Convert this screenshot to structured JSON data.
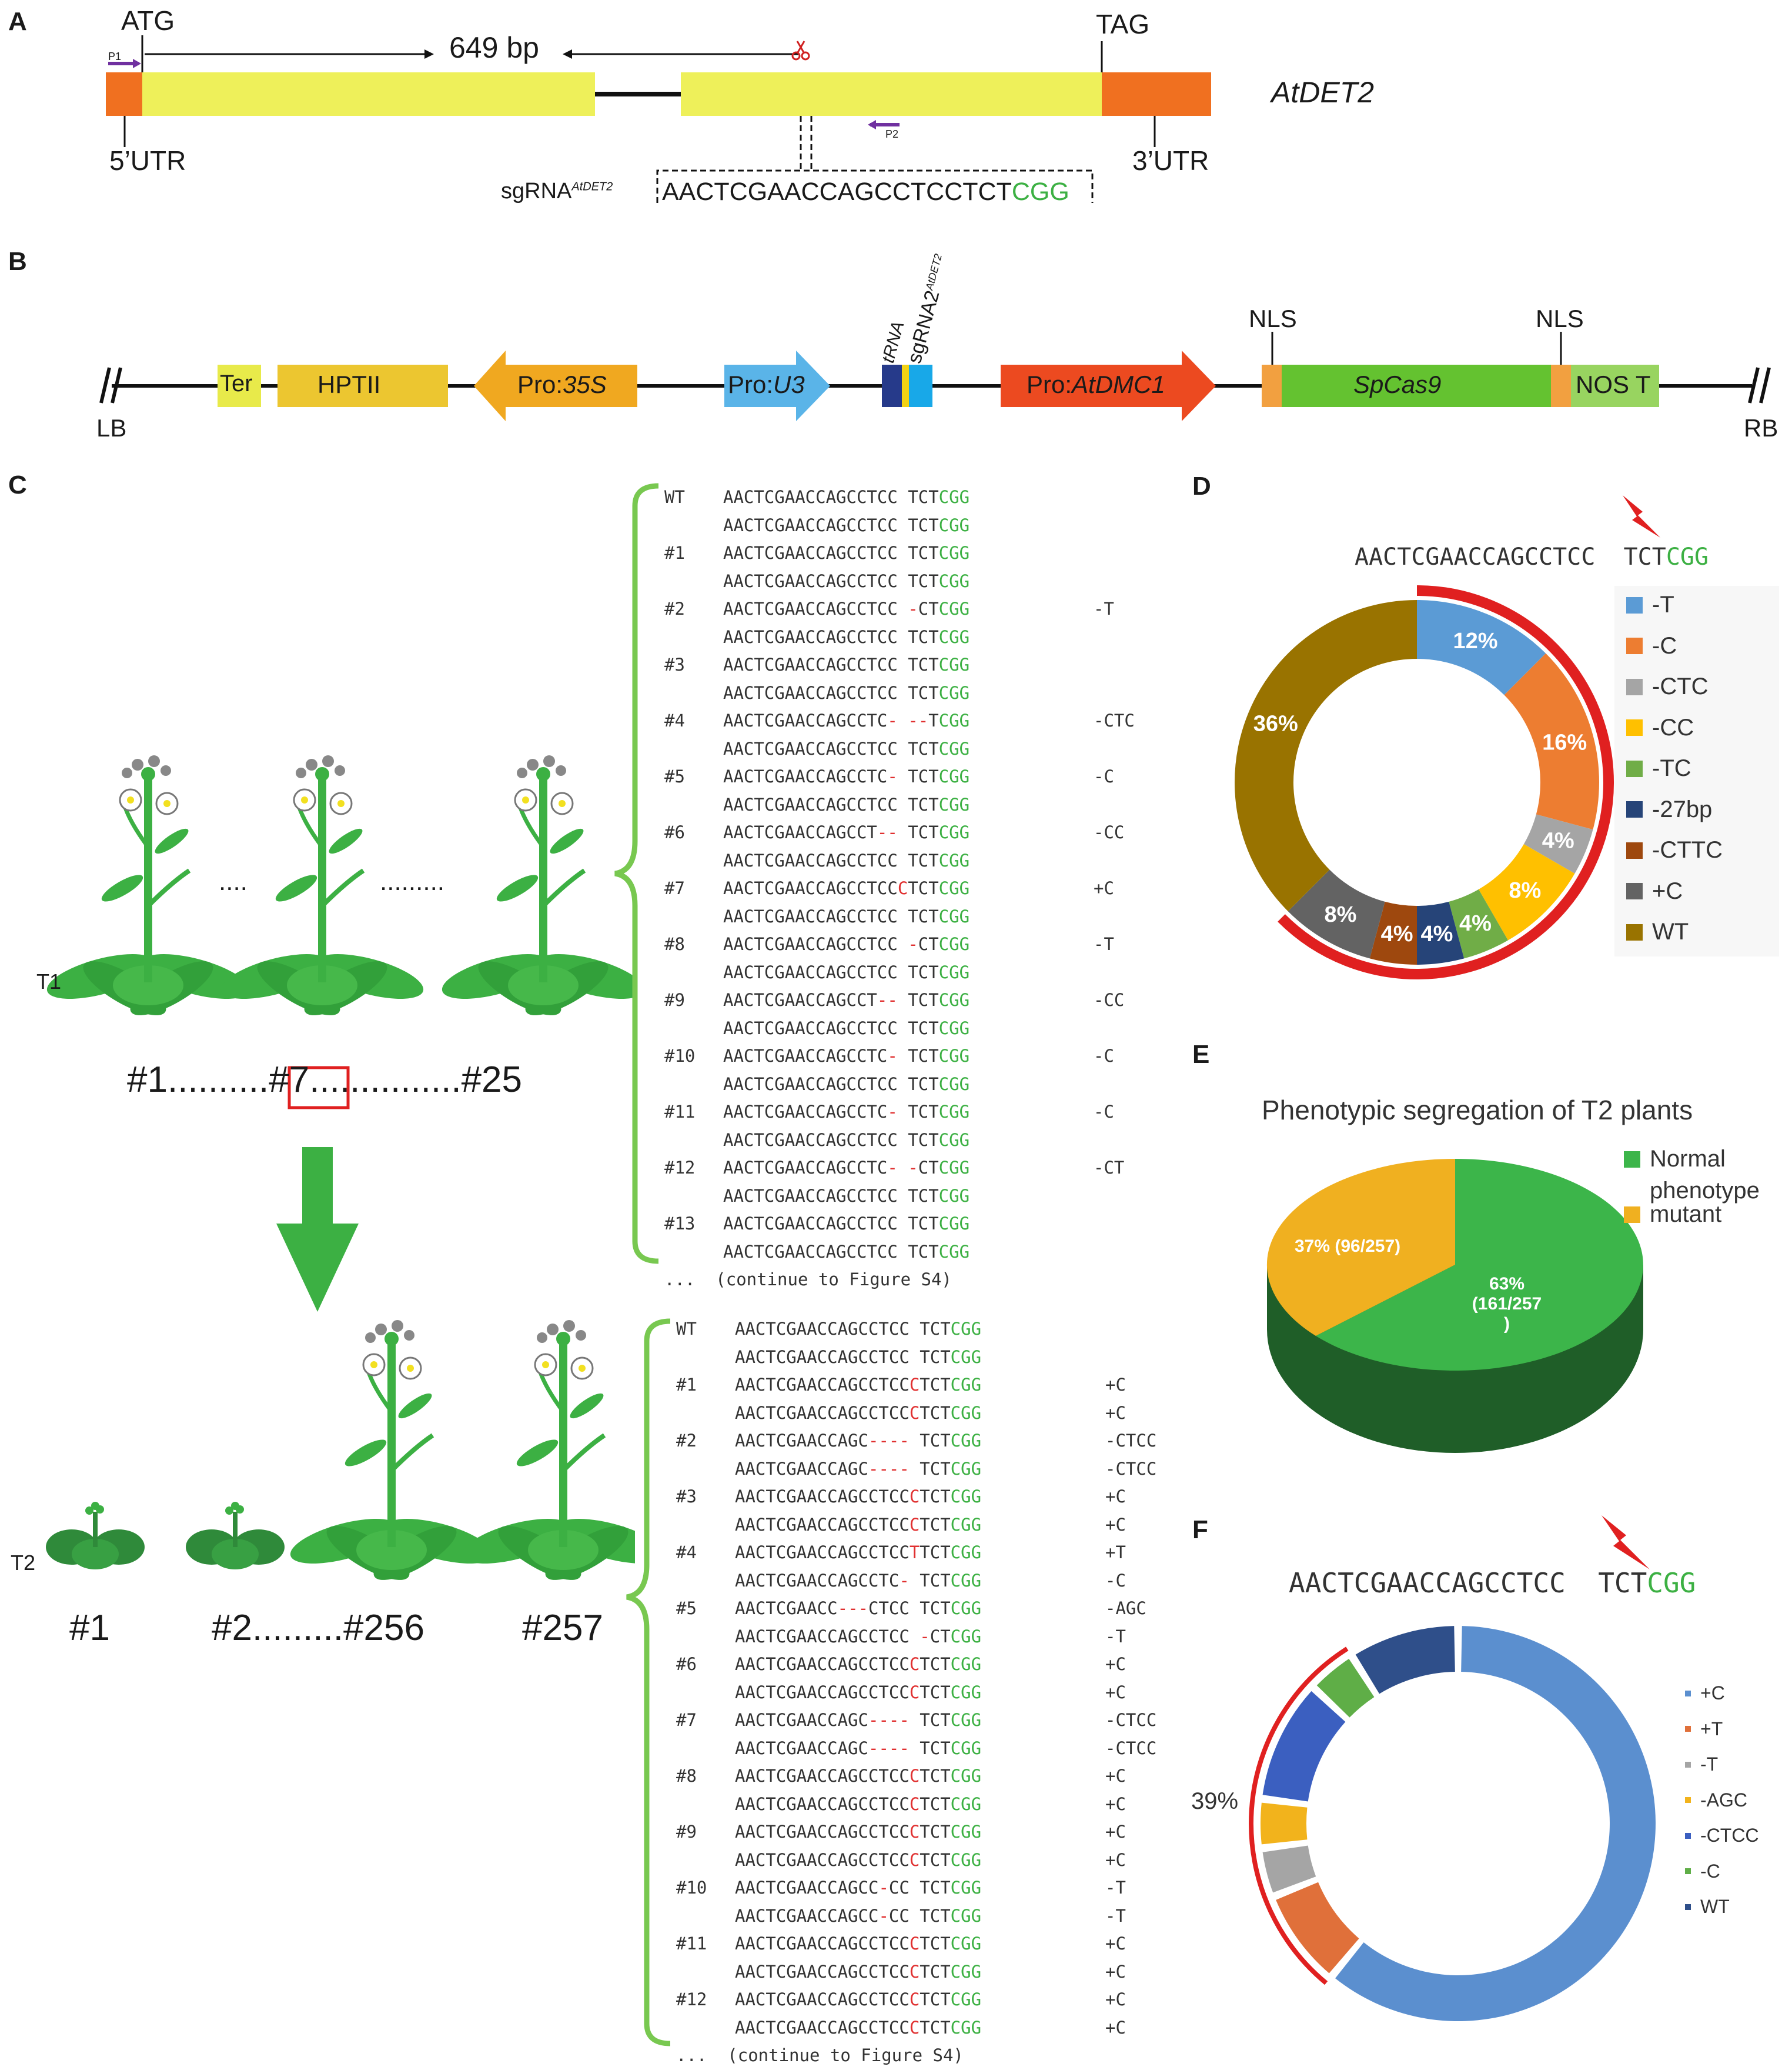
{
  "panelA": {
    "label": "A",
    "atg": "ATG",
    "tag": "TAG",
    "size": "649 bp",
    "gene": "AtDET2",
    "utr5": "5’UTR",
    "utr3": "3’UTR",
    "p1": "P1",
    "p2": "P2",
    "sgrna_label": "sgRNA",
    "sgrna_sup": "AtDET2",
    "sgrna_seq": "AACTCGAACCAGCCTCCTCT",
    "sgrna_pam": "CGG"
  },
  "panelB": {
    "label": "B",
    "ter": "Ter",
    "hptii": "HPTII",
    "pro35s_a": "Pro:",
    "pro35s_b": "35S",
    "prou3_a": "Pro:",
    "prou3_b": "U3",
    "trna": "tRNA",
    "sgrna2": "sgRNA2",
    "sgrna2_sup": "AtDET2",
    "prodmc1_a": "Pro:",
    "prodmc1_b": "AtDMC1",
    "nls1": "NLS",
    "nls2": "NLS",
    "spcas9": "SpCas9",
    "nost": "NOS T",
    "lb": "LB",
    "rb": "RB"
  },
  "panelC": {
    "label": "C",
    "t1": "T1",
    "t2": "T2",
    "dots_a": "....",
    "dots_b": ".........",
    "t1_line_a": "#1..........",
    "t1_box": "#7",
    "t1_line_b": "...............#25",
    "t2_n1": "#1",
    "t2_n2": "#2.........#256",
    "t2_n3": "#257",
    "t1_rows": [
      {
        "l": "WT",
        "a": "AACTCGAACCAGCCTCC ",
        "m": "",
        "b": "TCT",
        "p": "CGG",
        "n": ""
      },
      {
        "l": "",
        "a": "AACTCGAACCAGCCTCC ",
        "m": "",
        "b": "TCT",
        "p": "CGG",
        "n": ""
      },
      {
        "l": "#1",
        "a": "AACTCGAACCAGCCTCC ",
        "m": "",
        "b": "TCT",
        "p": "CGG",
        "n": ""
      },
      {
        "l": "",
        "a": "AACTCGAACCAGCCTCC ",
        "m": "",
        "b": "TCT",
        "p": "CGG",
        "n": ""
      },
      {
        "l": "#2",
        "a": "AACTCGAACCAGCCTCC ",
        "m": "-",
        "b": "CT",
        "p": "CGG",
        "n": "-T"
      },
      {
        "l": "",
        "a": "AACTCGAACCAGCCTCC ",
        "m": "",
        "b": "TCT",
        "p": "CGG",
        "n": ""
      },
      {
        "l": "#3",
        "a": "AACTCGAACCAGCCTCC ",
        "m": "",
        "b": "TCT",
        "p": "CGG",
        "n": ""
      },
      {
        "l": "",
        "a": "AACTCGAACCAGCCTCC ",
        "m": "",
        "b": "TCT",
        "p": "CGG",
        "n": ""
      },
      {
        "l": "#4",
        "a": "AACTCGAACCAGCCTC",
        "m": "- --",
        "b": "T",
        "p": "CGG",
        "n": "-CTC"
      },
      {
        "l": "",
        "a": "AACTCGAACCAGCCTCC ",
        "m": "",
        "b": "TCT",
        "p": "CGG",
        "n": ""
      },
      {
        "l": "#5",
        "a": "AACTCGAACCAGCCTC",
        "m": "- ",
        "b": "TCT",
        "p": "CGG",
        "n": "-C"
      },
      {
        "l": "",
        "a": "AACTCGAACCAGCCTCC ",
        "m": "",
        "b": "TCT",
        "p": "CGG",
        "n": ""
      },
      {
        "l": "#6",
        "a": "AACTCGAACCAGCCT",
        "m": "-- ",
        "b": "TCT",
        "p": "CGG",
        "n": "-CC"
      },
      {
        "l": "",
        "a": "AACTCGAACCAGCCTCC ",
        "m": "",
        "b": "TCT",
        "p": "CGG",
        "n": ""
      },
      {
        "l": "#7",
        "a": "AACTCGAACCAGCCTCC",
        "m": "C",
        "b": "TCT",
        "p": "CGG",
        "n": "+C"
      },
      {
        "l": "",
        "a": "AACTCGAACCAGCCTCC ",
        "m": "",
        "b": "TCT",
        "p": "CGG",
        "n": ""
      },
      {
        "l": "#8",
        "a": "AACTCGAACCAGCCTCC ",
        "m": "-",
        "b": "CT",
        "p": "CGG",
        "n": "-T"
      },
      {
        "l": "",
        "a": "AACTCGAACCAGCCTCC ",
        "m": "",
        "b": "TCT",
        "p": "CGG",
        "n": ""
      },
      {
        "l": "#9",
        "a": "AACTCGAACCAGCCT",
        "m": "-- ",
        "b": "TCT",
        "p": "CGG",
        "n": "-CC"
      },
      {
        "l": "",
        "a": "AACTCGAACCAGCCTCC ",
        "m": "",
        "b": "TCT",
        "p": "CGG",
        "n": ""
      },
      {
        "l": "#10",
        "a": "AACTCGAACCAGCCTC",
        "m": "- ",
        "b": "TCT",
        "p": "CGG",
        "n": "-C"
      },
      {
        "l": "",
        "a": "AACTCGAACCAGCCTCC ",
        "m": "",
        "b": "TCT",
        "p": "CGG",
        "n": ""
      },
      {
        "l": "#11",
        "a": "AACTCGAACCAGCCTC",
        "m": "- ",
        "b": "TCT",
        "p": "CGG",
        "n": "-C"
      },
      {
        "l": "",
        "a": "AACTCGAACCAGCCTCC ",
        "m": "",
        "b": "TCT",
        "p": "CGG",
        "n": ""
      },
      {
        "l": "#12",
        "a": "AACTCGAACCAGCCTC",
        "m": "- -",
        "b": "CT",
        "p": "CGG",
        "n": "-CT"
      },
      {
        "l": "",
        "a": "AACTCGAACCAGCCTCC ",
        "m": "",
        "b": "TCT",
        "p": "CGG",
        "n": ""
      },
      {
        "l": "#13",
        "a": "AACTCGAACCAGCCTCC ",
        "m": "",
        "b": "TCT",
        "p": "CGG",
        "n": ""
      },
      {
        "l": "",
        "a": "AACTCGAACCAGCCTCC ",
        "m": "",
        "b": "TCT",
        "p": "CGG",
        "n": ""
      }
    ],
    "t1_more": "...  (continue to Figure S4)",
    "t2_rows": [
      {
        "l": "WT",
        "a": "AACTCGAACCAGCCTCC ",
        "m": "",
        "b": "TCT",
        "p": "CGG",
        "n": ""
      },
      {
        "l": "",
        "a": "AACTCGAACCAGCCTCC ",
        "m": "",
        "b": "TCT",
        "p": "CGG",
        "n": ""
      },
      {
        "l": "#1",
        "a": "AACTCGAACCAGCCTCC",
        "m": "C",
        "b": "TCT",
        "p": "CGG",
        "n": "+C"
      },
      {
        "l": "",
        "a": "AACTCGAACCAGCCTCC",
        "m": "C",
        "b": "TCT",
        "p": "CGG",
        "n": "+C"
      },
      {
        "l": "#2",
        "a": "AACTCGAACCAGC",
        "m": "---- ",
        "b": "TCT",
        "p": "CGG",
        "n": "-CTCC"
      },
      {
        "l": "",
        "a": "AACTCGAACCAGC",
        "m": "---- ",
        "b": "TCT",
        "p": "CGG",
        "n": "-CTCC"
      },
      {
        "l": "#3",
        "a": "AACTCGAACCAGCCTCC",
        "m": "C",
        "b": "TCT",
        "p": "CGG",
        "n": "+C"
      },
      {
        "l": "",
        "a": "AACTCGAACCAGCCTCC",
        "m": "C",
        "b": "TCT",
        "p": "CGG",
        "n": "+C"
      },
      {
        "l": "#4",
        "a": "AACTCGAACCAGCCTCC",
        "m": "T",
        "b": "TCT",
        "p": "CGG",
        "n": "+T"
      },
      {
        "l": "",
        "a": "AACTCGAACCAGCCTC",
        "m": "- ",
        "b": "TCT",
        "p": "CGG",
        "n": "-C"
      },
      {
        "l": "#5",
        "a": "AACTCGAACC",
        "m": "---",
        "b": "CTCC TCT",
        "p": "CGG",
        "n": "-AGC"
      },
      {
        "l": "",
        "a": "AACTCGAACCAGCCTCC ",
        "m": "-",
        "b": "CT",
        "p": "CGG",
        "n": "-T"
      },
      {
        "l": "#6",
        "a": "AACTCGAACCAGCCTCC",
        "m": "C",
        "b": "TCT",
        "p": "CGG",
        "n": "+C"
      },
      {
        "l": "",
        "a": "AACTCGAACCAGCCTCC",
        "m": "C",
        "b": "TCT",
        "p": "CGG",
        "n": "+C"
      },
      {
        "l": "#7",
        "a": "AACTCGAACCAGC",
        "m": "---- ",
        "b": "TCT",
        "p": "CGG",
        "n": "-CTCC"
      },
      {
        "l": "",
        "a": "AACTCGAACCAGC",
        "m": "---- ",
        "b": "TCT",
        "p": "CGG",
        "n": "-CTCC"
      },
      {
        "l": "#8",
        "a": "AACTCGAACCAGCCTCC",
        "m": "C",
        "b": "TCT",
        "p": "CGG",
        "n": "+C"
      },
      {
        "l": "",
        "a": "AACTCGAACCAGCCTCC",
        "m": "C",
        "b": "TCT",
        "p": "CGG",
        "n": "+C"
      },
      {
        "l": "#9",
        "a": "AACTCGAACCAGCCTCC",
        "m": "C",
        "b": "TCT",
        "p": "CGG",
        "n": "+C"
      },
      {
        "l": "",
        "a": "AACTCGAACCAGCCTCC",
        "m": "C",
        "b": "TCT",
        "p": "CGG",
        "n": "+C"
      },
      {
        "l": "#10",
        "a": "AACTCGAACCAGCC",
        "m": "-",
        "b": "CC TCT",
        "p": "CGG",
        "n": "-T"
      },
      {
        "l": "",
        "a": "AACTCGAACCAGCC",
        "m": "-",
        "b": "CC TCT",
        "p": "CGG",
        "n": "-T"
      },
      {
        "l": "#11",
        "a": "AACTCGAACCAGCCTCC",
        "m": "C",
        "b": "TCT",
        "p": "CGG",
        "n": "+C"
      },
      {
        "l": "",
        "a": "AACTCGAACCAGCCTCC",
        "m": "C",
        "b": "TCT",
        "p": "CGG",
        "n": "+C"
      },
      {
        "l": "#12",
        "a": "AACTCGAACCAGCCTCC",
        "m": "C",
        "b": "TCT",
        "p": "CGG",
        "n": "+C"
      },
      {
        "l": "",
        "a": "AACTCGAACCAGCCTCC",
        "m": "C",
        "b": "TCT",
        "p": "CGG",
        "n": "+C"
      }
    ],
    "t2_more": "...  (continue to Figure S4)"
  },
  "panelD": {
    "label": "D",
    "seq": "AACTCGAACCAGCCTCC  TCT",
    "pam": "CGG"
  },
  "panelE": {
    "label": "E",
    "title": "Phenotypic segregation of T2 plants",
    "legend_normal_a": "Normal",
    "legend_normal_b": "phenotype",
    "legend_mutant": "mutant",
    "label_mutant": "37% (96/257)",
    "label_normal_a": "63%",
    "label_normal_b": "(161/257",
    "label_normal_c": ")"
  },
  "panelF": {
    "label": "F",
    "seq": "AACTCGAACCAGCCTCC  TCT",
    "pam": "CGG",
    "pct": "39%"
  },
  "chart_data": [
    {
      "type": "pie",
      "panel": "D",
      "style": "donut",
      "categories": [
        "-T",
        "-C",
        "-CTC",
        "-CC",
        "-TC",
        "-27bp",
        "-CTTC",
        "+C",
        "WT"
      ],
      "values": [
        12,
        16,
        4,
        8,
        4,
        4,
        4,
        8,
        36
      ],
      "labels": [
        "12%",
        "16%",
        "4%",
        "8%",
        "4%",
        "4%",
        "4%",
        "8%",
        "36%"
      ],
      "colors": [
        "#5b9bd5",
        "#ed7d31",
        "#a5a5a5",
        "#ffc000",
        "#70ad47",
        "#264478",
        "#9e480e",
        "#636363",
        "#997300"
      ],
      "legend": "right"
    },
    {
      "type": "pie",
      "panel": "E",
      "style": "3d",
      "title": "Phenotypic segregation of T2 plants",
      "categories": [
        "Normal phenotype",
        "mutant"
      ],
      "values": [
        161,
        96
      ],
      "labels": [
        "63% (161/257)",
        "37% (96/257)"
      ],
      "colors": [
        "#3cb54a",
        "#f0b020"
      ],
      "legend": "right"
    },
    {
      "type": "pie",
      "panel": "F",
      "style": "donut",
      "categories": [
        "+C",
        "+T",
        "-T",
        "-AGC",
        "-CTCC",
        "-C",
        "WT"
      ],
      "values": [
        61,
        8,
        4,
        4,
        10,
        4,
        9
      ],
      "colors": [
        "#5b8fcf",
        "#e0703a",
        "#a5a5a5",
        "#f2b31c",
        "#3b5fc0",
        "#5fae47",
        "#2f4f8a"
      ],
      "legend": "right"
    }
  ]
}
